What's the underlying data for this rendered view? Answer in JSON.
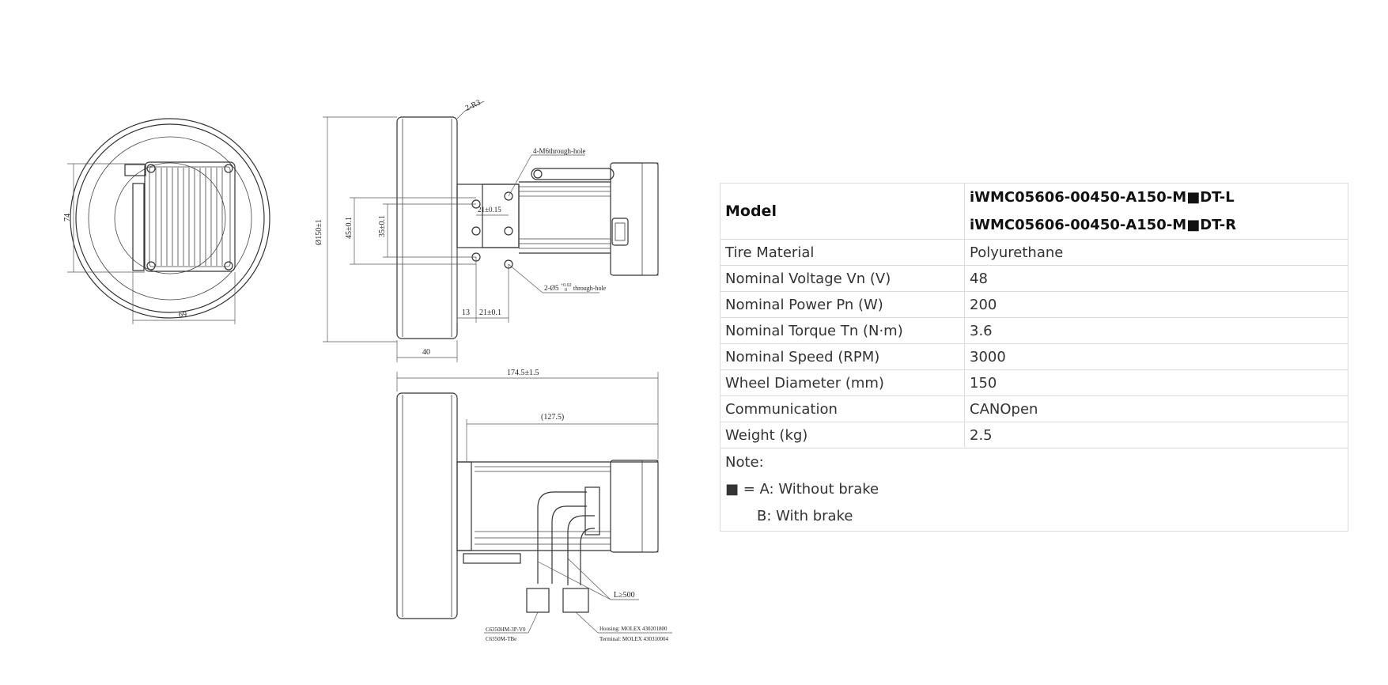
{
  "drawing": {
    "labels": {
      "r3": "2-R3",
      "m6": "4-M6through-hole",
      "dim_74": "74",
      "dim_69": "69",
      "dia150": "Ø150±1",
      "dim_45": "45±0.1",
      "dim_35": "35±0.1",
      "dim_21_top": "21±0.15",
      "dim_13": "13",
      "dim_21_bottom": "21±0.1",
      "hole5": "2-Ø5",
      "hole5_tol": "+0.02",
      "hole5_tol_low": "0",
      "hole5_suffix": "through-hole",
      "dim_40": "40",
      "len_total": "174.5±1.5",
      "len_ref": "(127.5)",
      "cable_len": "L≥500",
      "conn1_a": "C6350HM-3P-V0",
      "conn1_b": "C6350M-TBe",
      "conn2_a": "Housing: MOLEX 430201800",
      "conn2_b": "Terminal: MOLEX 430310004"
    }
  },
  "table": {
    "model_label": "Model",
    "model_values": [
      "iWMC05606-00450-A150-M■DT-L",
      "iWMC05606-00450-A150-M■DT-R"
    ],
    "rows": [
      {
        "label": "Tire Material",
        "value": "Polyurethane"
      },
      {
        "label": "Nominal Voltage Vn (V)",
        "value": "48"
      },
      {
        "label": "Nominal Power Pn (W)",
        "value": "200"
      },
      {
        "label": "Nominal Torque Tn (N·m)",
        "value": "3.6"
      },
      {
        "label": "Nominal Speed (RPM)",
        "value": "3000"
      },
      {
        "label": "Wheel Diameter (mm)",
        "value": "150"
      },
      {
        "label": "Communication",
        "value": "CANOpen"
      },
      {
        "label": "Weight (kg)",
        "value": "2.5"
      }
    ],
    "note": {
      "title": "Note:",
      "line1": "■ = A: Without brake",
      "line2": "B: With brake"
    }
  }
}
